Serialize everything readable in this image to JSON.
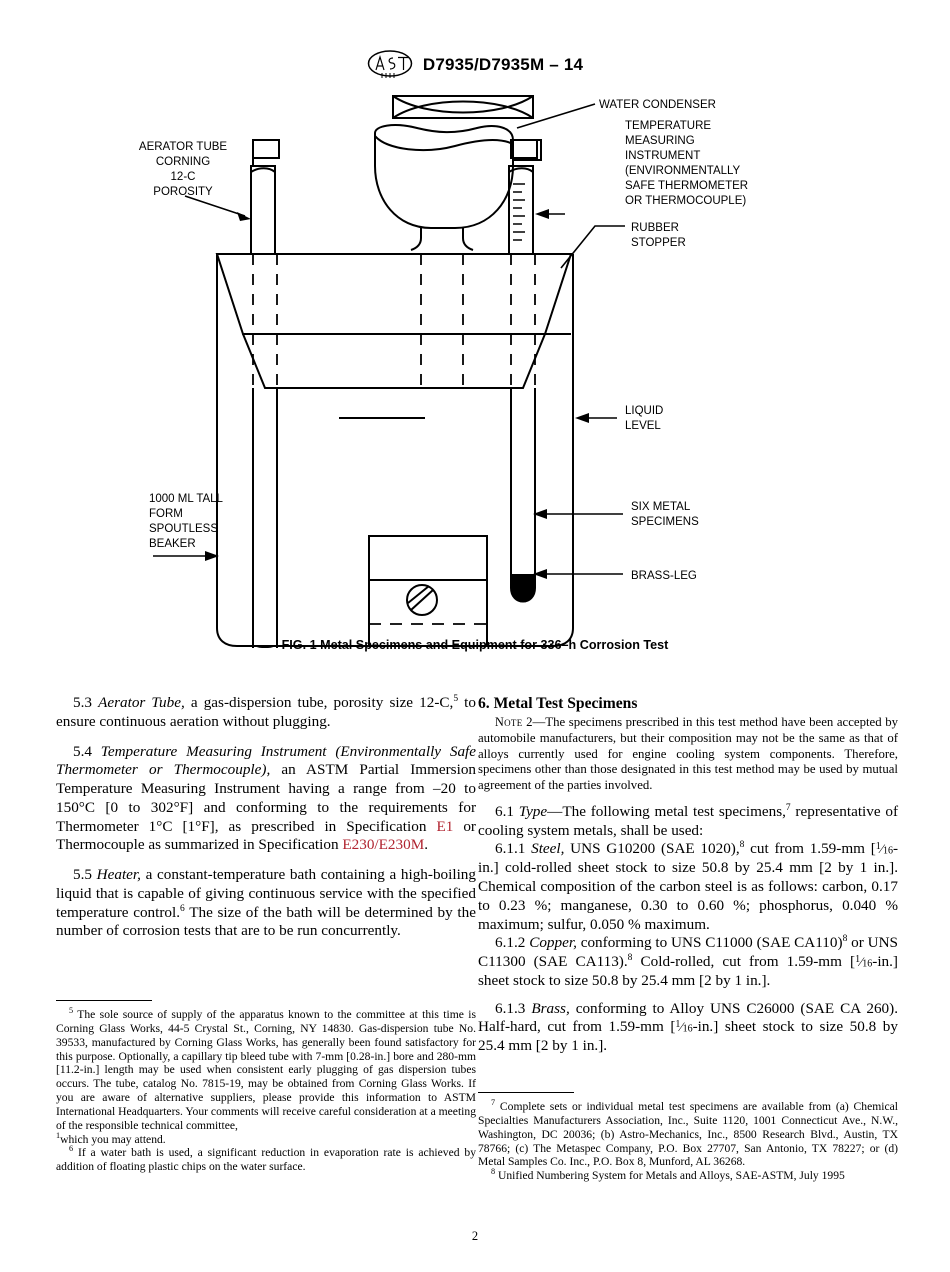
{
  "header": {
    "logo_alt": "ASTM",
    "designation": "D7935/D7935M – 14"
  },
  "figure": {
    "caption": "FIG. 1 Metal Specimens and Equipment for 336–h Corrosion Test",
    "labels": {
      "aerator": [
        "AERATOR TUBE",
        "CORNING",
        "12-C",
        "POROSITY"
      ],
      "condenser": "WATER CONDENSER",
      "thermometer": [
        "TEMPERATURE",
        "MEASURING",
        "INSTRUMENT",
        "(ENVIRONMENTALLY",
        "SAFE THERMOMETER",
        "OR THERMOCOUPLE)"
      ],
      "stopper": [
        "RUBBER",
        "STOPPER"
      ],
      "liquid_level": [
        "LIQUID",
        "LEVEL"
      ],
      "beaker": [
        "1000 ML TALL",
        "FORM",
        "SPOUTLESS",
        "BEAKER"
      ],
      "specimens": [
        "SIX METAL",
        "SPECIMENS"
      ],
      "brass_leg": "BRASS-LEG"
    }
  },
  "left_column": {
    "s53_num": "5.3",
    "s53_title": "Aerator Tube,",
    "s53_body_a": " a gas-dispersion tube, porosity size 12-C,",
    "s53_fn": "5",
    "s53_body_b": " to ensure continuous aeration without plugging.",
    "s54_num": "5.4",
    "s54_title_a": "Temperature Measuring Instrument (Environmentally Safe Thermometer or Thermocouple),",
    "s54_body_a": " an ASTM Partial Immersion Temperature Measuring Instrument having a range from –20 to 150°C [0 to 302°F] and conforming to the requirements for Thermometer 1°C [1°F], as prescribed in Specification ",
    "s54_link1": "E1",
    "s54_body_b": " or Thermocouple as summarized in Specification ",
    "s54_link2": "E230/E230M",
    "s54_body_c": ".",
    "s55_num": "5.5",
    "s55_title": "Heater,",
    "s55_body_a": " a constant-temperature bath containing a high-boiling liquid that is capable of giving continuous service with the specified temperature control.",
    "s55_fn": "6",
    "s55_body_b": " The size of the bath will be determined by the number of corrosion tests that are to be run concurrently."
  },
  "left_footnotes": {
    "fn5_mark": "5",
    "fn5_text": " The sole source of supply of the apparatus known to the committee at this time is Corning Glass Works, 44-5 Crystal St., Corning, NY 14830. Gas-dispersion tube No. 39533, manufactured by Corning Glass Works, has generally been found satisfactory for this purpose. Optionally, a capillary tip bleed tube with 7-mm [0.28-in.] bore and 280-mm [11.2-in.] length may be used when consistent early plugging of gas dispersion tubes occurs. The tube, catalog No. 7815-19, may be obtained from Corning Glass Works. If you are aware of alternative suppliers, please provide this information to ASTM International Headquarters. Your comments will receive careful consideration at a meeting of the responsible technical committee,",
    "fn5_stray_mark": "1",
    "fn5_tail": "which you may attend.",
    "fn6_mark": "6",
    "fn6_text": " If a water bath is used, a significant reduction in evaporation rate is achieved by addition of floating plastic chips on the water surface."
  },
  "right_column": {
    "heading": "6.  Metal Test Specimens",
    "note_label": "Note",
    "note_num": " 2—",
    "note_text": "The specimens prescribed in this test method have been accepted by automobile manufacturers, but their composition may not be the same as that of alloys currently used for engine cooling system components. Therefore, specimens other than those designated in this test method may be used by mutual agreement of the parties involved.",
    "s61_num": "6.1",
    "s61_title": "Type",
    "s61_body_a": "—The following metal test specimens,",
    "s61_fn": "7",
    "s61_body_b": " representative of cooling system metals, shall be used:",
    "s611_num": "6.1.1",
    "s611_title": "Steel,",
    "s611_body_a": " UNS G10200 (SAE 1020),",
    "s611_fn": "8",
    "s611_body_b": " cut from 1.59-mm [",
    "s611_frac": "1/16",
    "s611_body_c": "-in.] cold-rolled sheet stock to size 50.8 by 25.4 mm [2 by 1 in.]. Chemical composition of the carbon steel is as follows: carbon, 0.17 to 0.23 %; manganese, 0.30 to 0.60 %; phosphorus, 0.040 % maximum; sulfur, 0.050 % maximum.",
    "s612_num": "6.1.2",
    "s612_title": "Copper,",
    "s612_body_a": " conforming to UNS C11000 (SAE CA110)",
    "s612_fn1": "8",
    "s612_body_b": " or UNS C11300 (SAE CA113).",
    "s612_fn2": "8",
    "s612_body_c": " Cold-rolled, cut from 1.59-mm [",
    "s612_frac": "1/16",
    "s612_body_d": "-in.] sheet stock to size 50.8 by 25.4 mm [2 by 1 in.].",
    "s613_num": "6.1.3",
    "s613_title": "Brass,",
    "s613_body_a": " conforming to Alloy UNS C26000 (SAE CA 260). Half-hard, cut from 1.59-mm [",
    "s613_frac": "1/16",
    "s613_body_b": "-in.] sheet stock to size 50.8 by 25.4 mm [2 by 1 in.]."
  },
  "right_footnotes": {
    "fn7_mark": "7",
    "fn7_text": " Complete sets or individual metal test specimens are available from (a) Chemical Specialties Manufacturers Association, Inc., Suite 1120, 1001 Connecticut Ave., N.W., Washington, DC 20036; (b) Astro-Mechanics, Inc., 8500 Research Blvd., Austin, TX 78766; (c) The Metaspec Company, P.O. Box 27707, San Antonio, TX 78227; or (d) Metal Samples Co. Inc., P.O. Box 8, Munford, AL 36268.",
    "fn8_mark": "8",
    "fn8_text": " Unified Numbering System for Metals and Alloys, SAE-ASTM, July 1995"
  },
  "footer": {
    "page_number": "2"
  },
  "colors": {
    "link_red": "#b02430",
    "ink": "#000000",
    "paper": "#ffffff"
  }
}
